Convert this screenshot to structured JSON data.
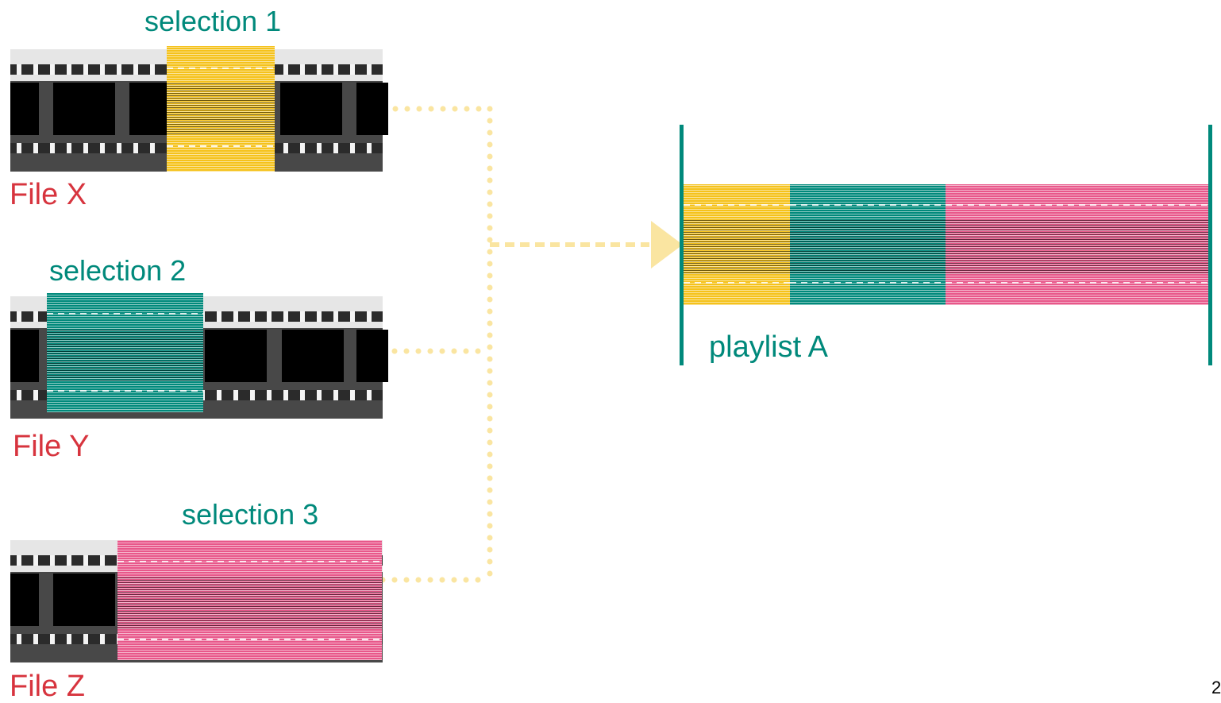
{
  "colors": {
    "selection_1": "#f5c21b",
    "selection_2": "#00897b",
    "selection_3": "#e8578a",
    "label_teal": "#00897b",
    "label_red": "#d7343e",
    "connector": "#fae5a1"
  },
  "files": [
    {
      "name": "File X",
      "selection": "selection 1"
    },
    {
      "name": "File Y",
      "selection": "selection 2"
    },
    {
      "name": "File Z",
      "selection": "selection 3"
    }
  ],
  "playlist": {
    "name": "playlist A"
  },
  "page_number": "2"
}
